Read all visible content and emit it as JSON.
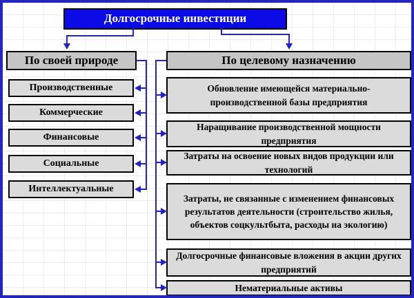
{
  "diagram": {
    "title": "Долгосрочные инвестиции",
    "left_branch": {
      "header": "По своей природе",
      "items": [
        "Производственные",
        "Коммерческие",
        "Финансовые",
        "Социальные",
        "Интеллектуальные"
      ]
    },
    "right_branch": {
      "header": "По целевому назначению",
      "items": [
        "Обновление имеющейся материально-производственной базы предприятия",
        "Наращивание производственной мощности предприятия",
        "Затраты на освоение новых видов продукции или технологий",
        "Затраты, не связанные с изменением финансовых результатов деятельности (строительство жилья, объектов соцкультбыта, расходы на экологию)",
        "Долгосрочные финансовые вложения в акции других предприятий",
        "Нематериальные активы"
      ]
    },
    "colors": {
      "title_bg": "#0b0be8",
      "title_text": "#ffffff",
      "header_bg": "#c5c5c5",
      "item_bg": "#dbdbdb",
      "box_border": "#000000",
      "connector": "#2222cc",
      "outer_border": "#2525c0",
      "grid_line": "#ededed",
      "canvas_bg": "#ffffff"
    }
  }
}
